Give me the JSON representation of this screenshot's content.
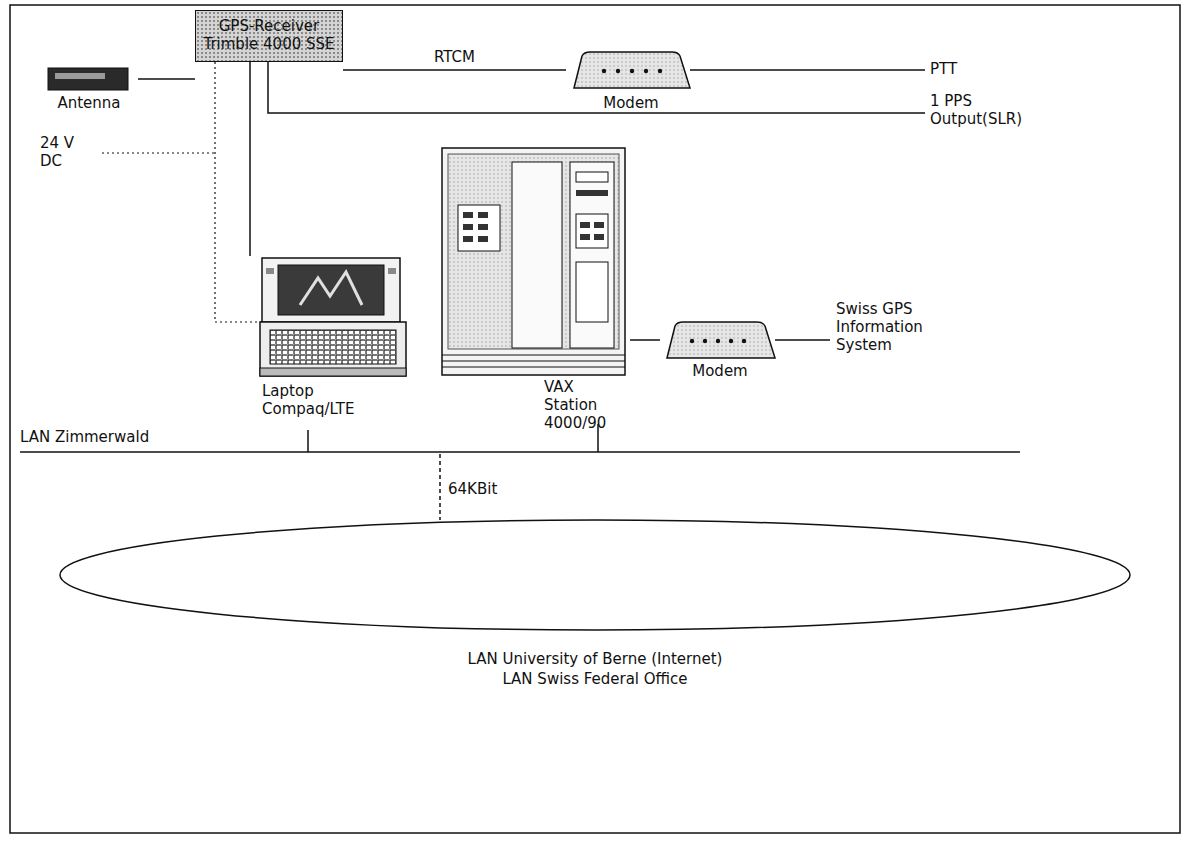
{
  "diagram": {
    "nodes": [
      {
        "text": [
          "Antenna"
        ]
      },
      {
        "text": [
          "GPS-Receiver Trimble 4000 SSE"
        ]
      },
      {
        "text": [
          "Modem"
        ]
      },
      {
        "text": [
          "Laptop Compaq/LTE"
        ]
      },
      {
        "text": [
          "VAX Station 4000/90"
        ]
      },
      {
        "text": [
          "Modem"
        ]
      },
      {
        "text": [
          "LAN University of Berne (Internet)",
          "LAN Swiss Federal Office"
        ]
      }
    ],
    "edges": [
      {
        "from": 0,
        "to": 1,
        "arrow": "none"
      },
      {
        "from": 1,
        "to": 2,
        "label": "RTCM",
        "arrow": "none"
      },
      {
        "from": 1,
        "to": 3,
        "arrow": "none"
      },
      {
        "from": 4,
        "to": 5,
        "arrow": "none"
      }
    ],
    "labels": [
      "PTT",
      "1 PPS Output(SLR)",
      "24 V DC",
      "Swiss GPS Information System",
      "LAN Zimmerwald",
      "64KBit"
    ]
  }
}
